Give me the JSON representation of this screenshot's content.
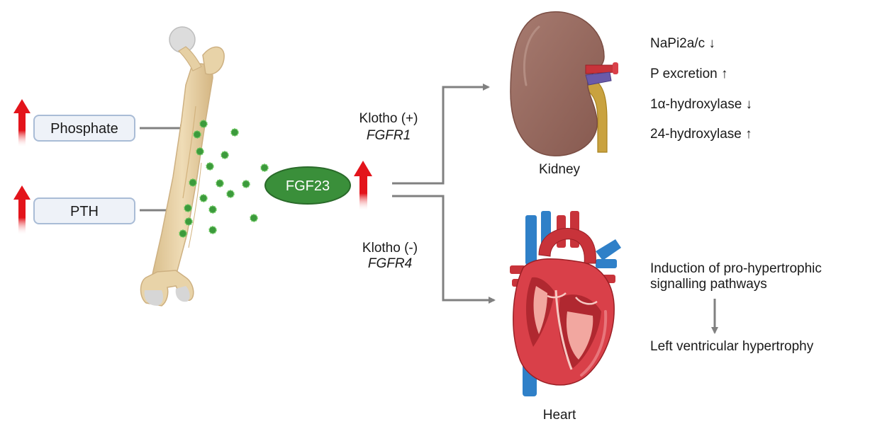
{
  "inputs": {
    "phosphate": "Phosphate",
    "pth": "PTH"
  },
  "hormone": "FGF23",
  "pathways": {
    "kidney": {
      "cofactor": "Klotho (+)",
      "receptor": "FGFR1",
      "organ": "Kidney",
      "effects": [
        "NaPi2a/c ↓",
        "P excretion ↑",
        "1α-hydroxylase ↓",
        "24-hydroxylase ↑"
      ]
    },
    "heart": {
      "cofactor": "Klotho (-)",
      "receptor": "FGFR4",
      "organ": "Heart",
      "effect_line1": "Induction of pro-hypertrophic",
      "effect_line2": "signalling pathways",
      "outcome": "Left ventricular hypertrophy"
    }
  },
  "colors": {
    "increase_arrow": "#e3141b",
    "connector": "#808080",
    "fgf23_fill": "#3a8f3a",
    "box_border": "#a9bcd6",
    "box_fill": "#eef2f8",
    "bone": "#e6d1a6",
    "kidney": "#9a6e63",
    "heart_red": "#c8333a",
    "vessel_blue": "#2f80c8"
  }
}
